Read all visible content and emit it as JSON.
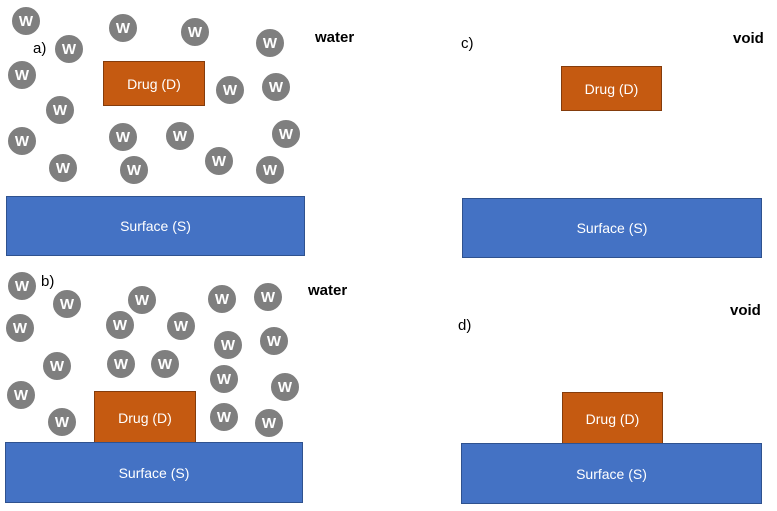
{
  "panels": {
    "a": {
      "label": "a)",
      "medium": "water",
      "drug": "Drug (D)",
      "surface": "Surface (S)"
    },
    "b": {
      "label": "b)",
      "medium": "water",
      "drug": "Drug (D)",
      "surface": "Surface (S)"
    },
    "c": {
      "label": "c)",
      "medium": "void",
      "drug": "Drug (D)",
      "surface": "Surface (S)"
    },
    "d": {
      "label": "d)",
      "medium": "void",
      "drug": "Drug (D)",
      "surface": "Surface (S)"
    }
  },
  "water_molecule_label": "W",
  "colors": {
    "water": "#7f7f7f",
    "drug": "#c55a11",
    "surface": "#4472c4"
  }
}
